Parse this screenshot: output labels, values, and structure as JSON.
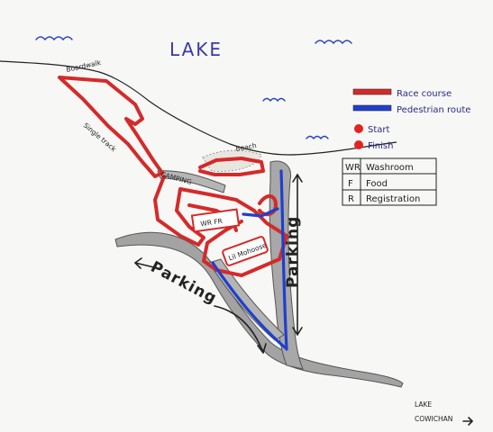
{
  "map": {
    "lake_label": "LAKE",
    "boardwalk_label": "Boardwalk",
    "single_track_label": "Single track",
    "beach_label": "Beach",
    "camping_label": "CAMPING",
    "parking_left_label": "Parking",
    "parking_right_label": "Parking",
    "lake_cowichan_line1": "LAKE",
    "lake_cowichan_line2": "COWICHAN",
    "building_wrfr_label": "WR FR",
    "building_lil_label": "Lil Mohoose"
  },
  "legend": {
    "race_course_label": "Race course",
    "pedestrian_route_label": "Pedestrian route",
    "start_label": "Start",
    "finish_label": "Finish",
    "rows": [
      {
        "code": "WR",
        "meaning": "Washroom"
      },
      {
        "code": "F",
        "meaning": "Food"
      },
      {
        "code": "R",
        "meaning": "Registration"
      }
    ]
  },
  "colors": {
    "race_course": "#d42a2a",
    "pedestrian_route": "#1f3fcf",
    "road": "#9a9a9a",
    "water_marks": "#2a3fbf",
    "ink": "#222222"
  }
}
